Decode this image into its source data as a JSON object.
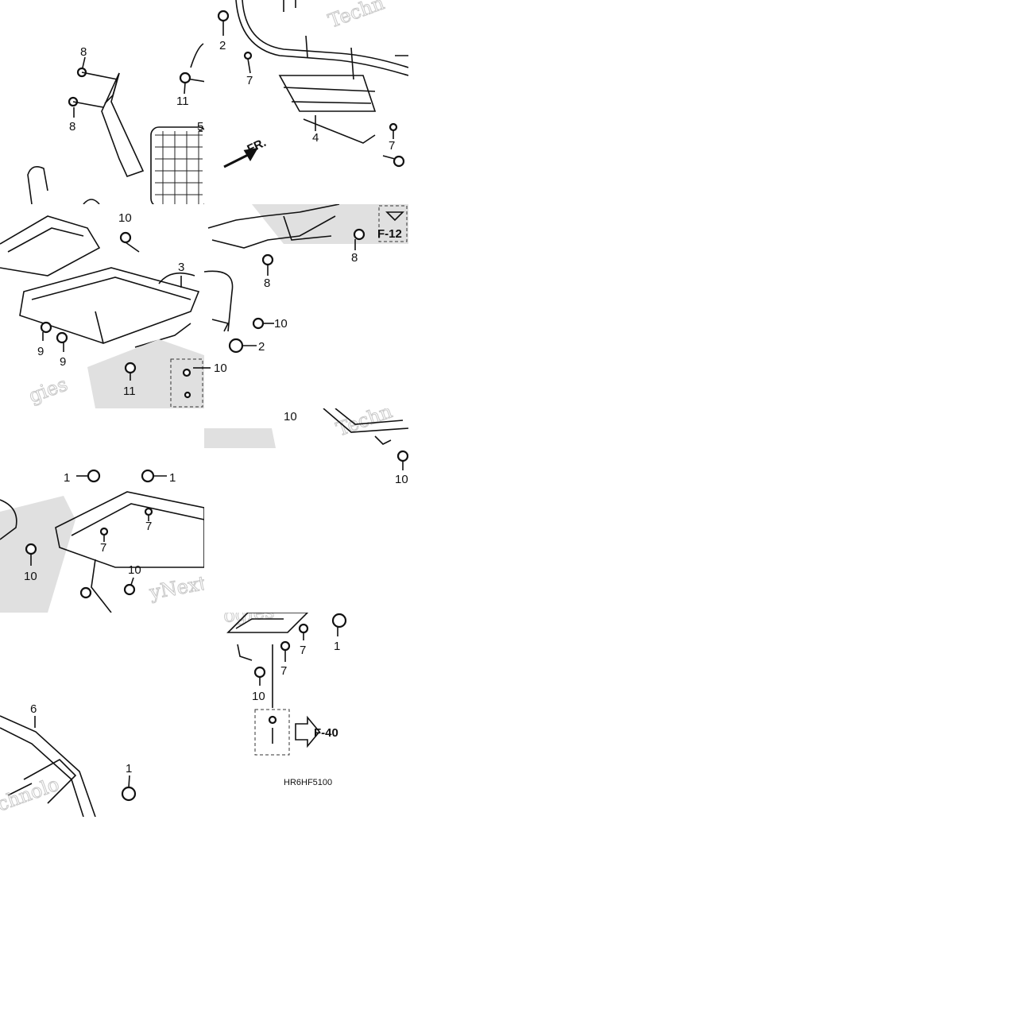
{
  "diagram": {
    "code": "HR6HF5100",
    "direction_label": "FR.",
    "ref_labels": [
      "F-12",
      "F-40"
    ],
    "part_numbers": [
      "1",
      "2",
      "3",
      "4",
      "5",
      "6",
      "7",
      "8",
      "9",
      "10",
      "11"
    ],
    "tiles": {
      "t00": {
        "callouts": [
          "8",
          "8",
          "11",
          "5"
        ]
      },
      "t10": {
        "callouts": [
          "2",
          "7",
          "4",
          "7"
        ]
      },
      "t01": {
        "callouts": [
          "10",
          "3",
          "9",
          "9",
          "11"
        ]
      },
      "t11": {
        "callouts": [
          "8",
          "8",
          "10",
          "2",
          "10"
        ]
      },
      "t12": {
        "callouts": [
          "10",
          "10"
        ]
      },
      "t02": {
        "callouts": [
          "1",
          "1",
          "7",
          "7",
          "10",
          "10"
        ]
      },
      "t13": {
        "callouts": [
          "7",
          "7",
          "1",
          "10"
        ]
      },
      "t03": {
        "callouts": [
          "6",
          "1"
        ]
      }
    }
  }
}
